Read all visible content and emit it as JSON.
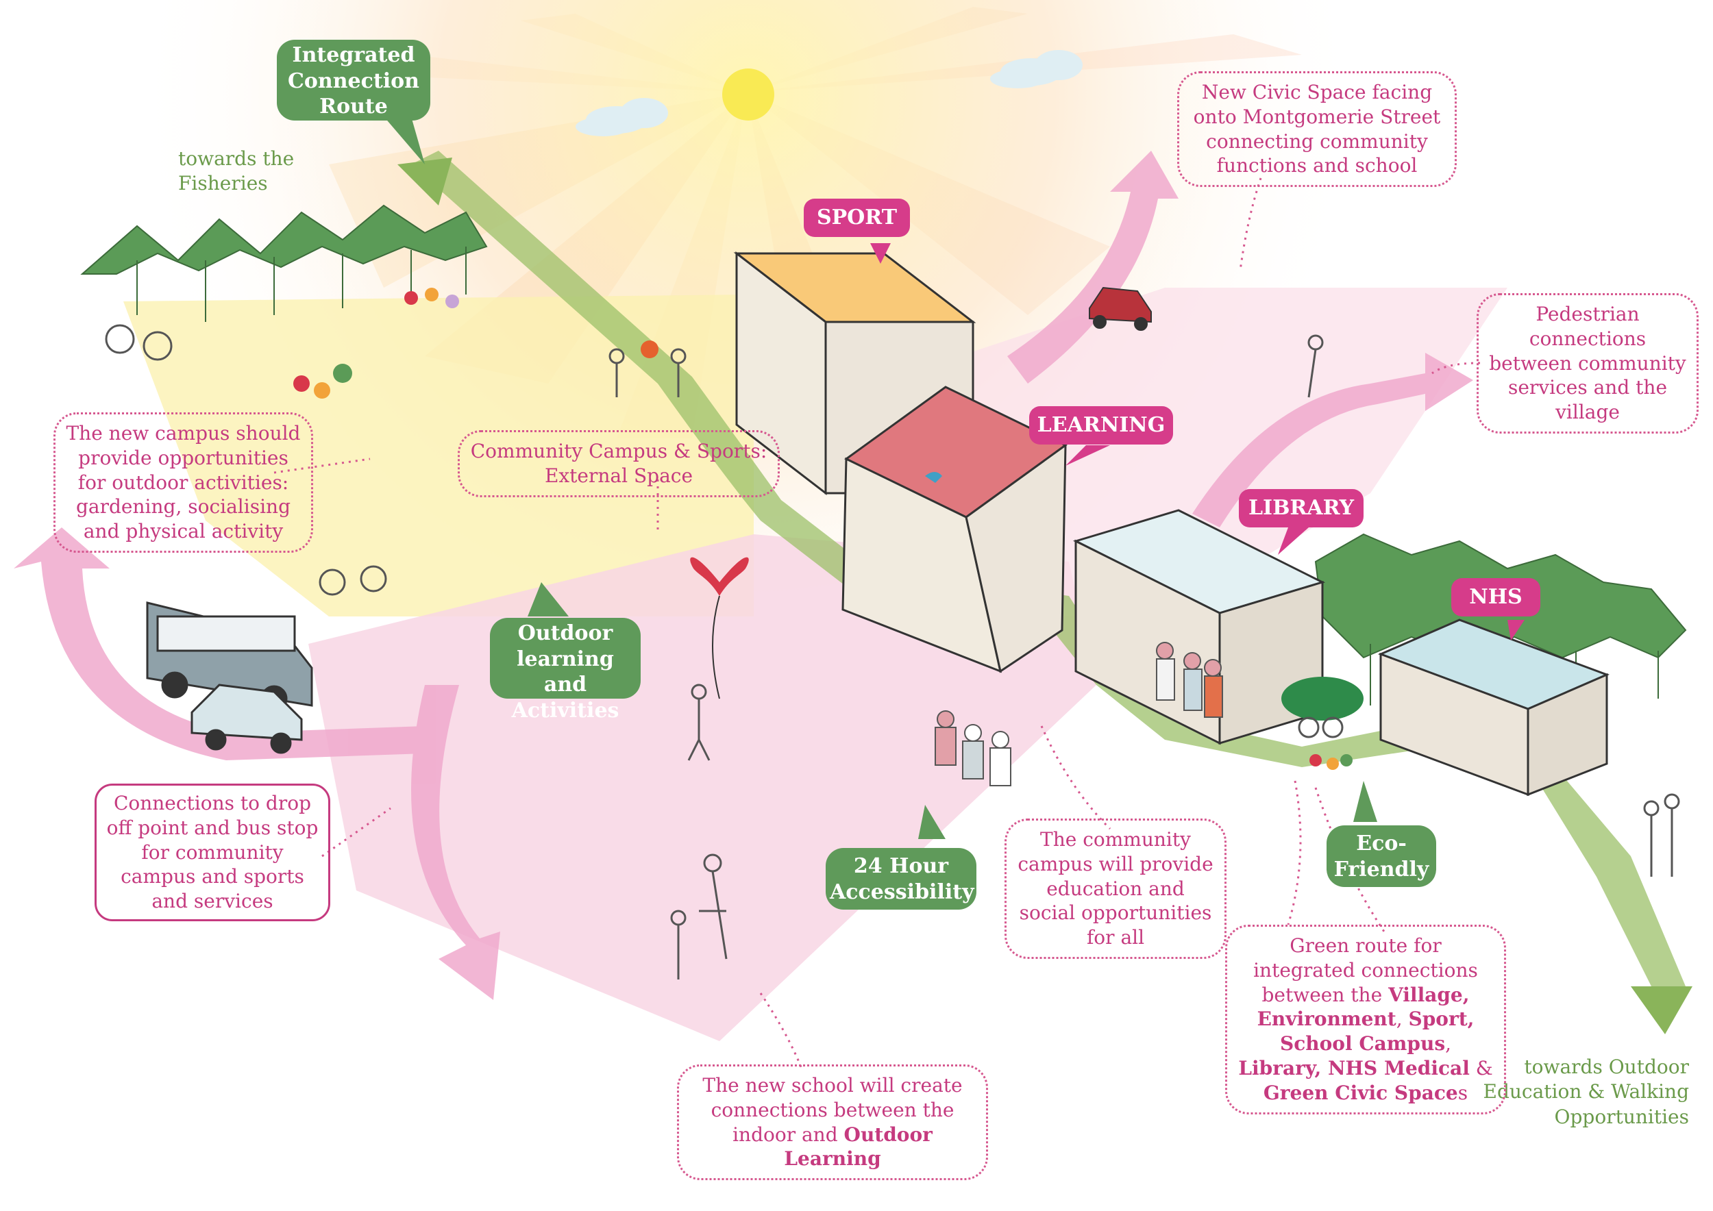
{
  "labels": {
    "integrated_route": "Integrated Connection Route",
    "towards_fisheries": "towards the Fisheries",
    "outdoor_learning": "Outdoor learning and Activities",
    "accessibility": "24 Hour Accessibility",
    "eco_friendly": "Eco-Friendly",
    "sport": "SPORT",
    "learning": "LEARNING",
    "library": "LIBRARY",
    "nhs": "NHS",
    "towards_outdoor": "towards Outdoor Education & Walking Opportunities"
  },
  "notes": {
    "civic_space": "New Civic Space facing onto Montgomerie Street connecting community functions and school",
    "pedestrian": "Pedestrian connections between community services and the village",
    "new_campus": "The new campus should provide opportunities for outdoor activities: gardening, socialising and physical activity",
    "community_campus": "Community Campus & Sports: External Space",
    "connections_drop": "Connections to drop off point and bus stop for community campus and sports and services",
    "community_education": "The community campus will provide education and social opportunities for all",
    "green_route": {
      "line1": "Green route for integrated connections between the",
      "b1": "Village, Environment",
      "b2": "Sport, School Campus",
      "b3": "Library, NHS Medical",
      "b4": "Green Civic Space",
      "tail": "s"
    },
    "new_school": {
      "line1": "The new school will create connections between the indoor and",
      "bold": "Outdoor Learning"
    }
  },
  "colors": {
    "green_bubble": "#5f9a5a",
    "pink_bubble": "#d63c8a",
    "note_text": "#c53a7f",
    "sport_roof": "#f9c978",
    "learning_roof": "#e0787e",
    "library_roof": "#e3f1f3",
    "nhs_roof": "#c9e5ea",
    "wall": "#ece5da"
  }
}
